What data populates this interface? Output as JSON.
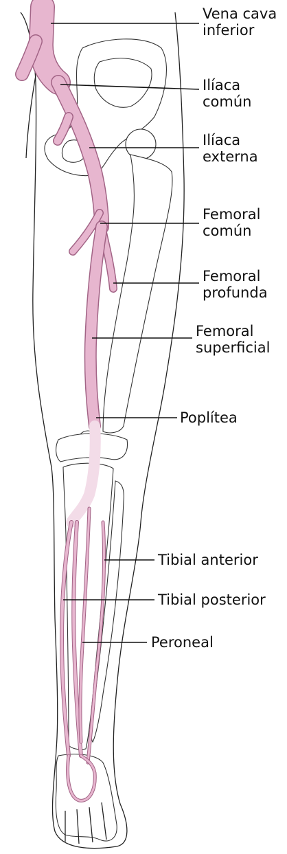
{
  "labels": {
    "vena_cava": [
      "Vena cava",
      "inferior"
    ],
    "iliaca_comun": [
      "Ilíaca",
      "común"
    ],
    "iliaca_externa": [
      "Ilíaca",
      "externa"
    ],
    "femoral_comun": [
      "Femoral",
      "común"
    ],
    "femoral_profunda": [
      "Femoral",
      "profunda"
    ],
    "femoral_superficial": [
      "Femoral",
      "superficial"
    ],
    "poplitea": "Poplítea",
    "tibial_anterior": "Tibial anterior",
    "tibial_posterior": "Tibial posterior",
    "peroneal": "Peroneal"
  },
  "colors": {
    "vein": "#e7b6cf",
    "vein_edge": "#a26486",
    "vein_light": "#f3dce8",
    "outline": "#222222"
  }
}
